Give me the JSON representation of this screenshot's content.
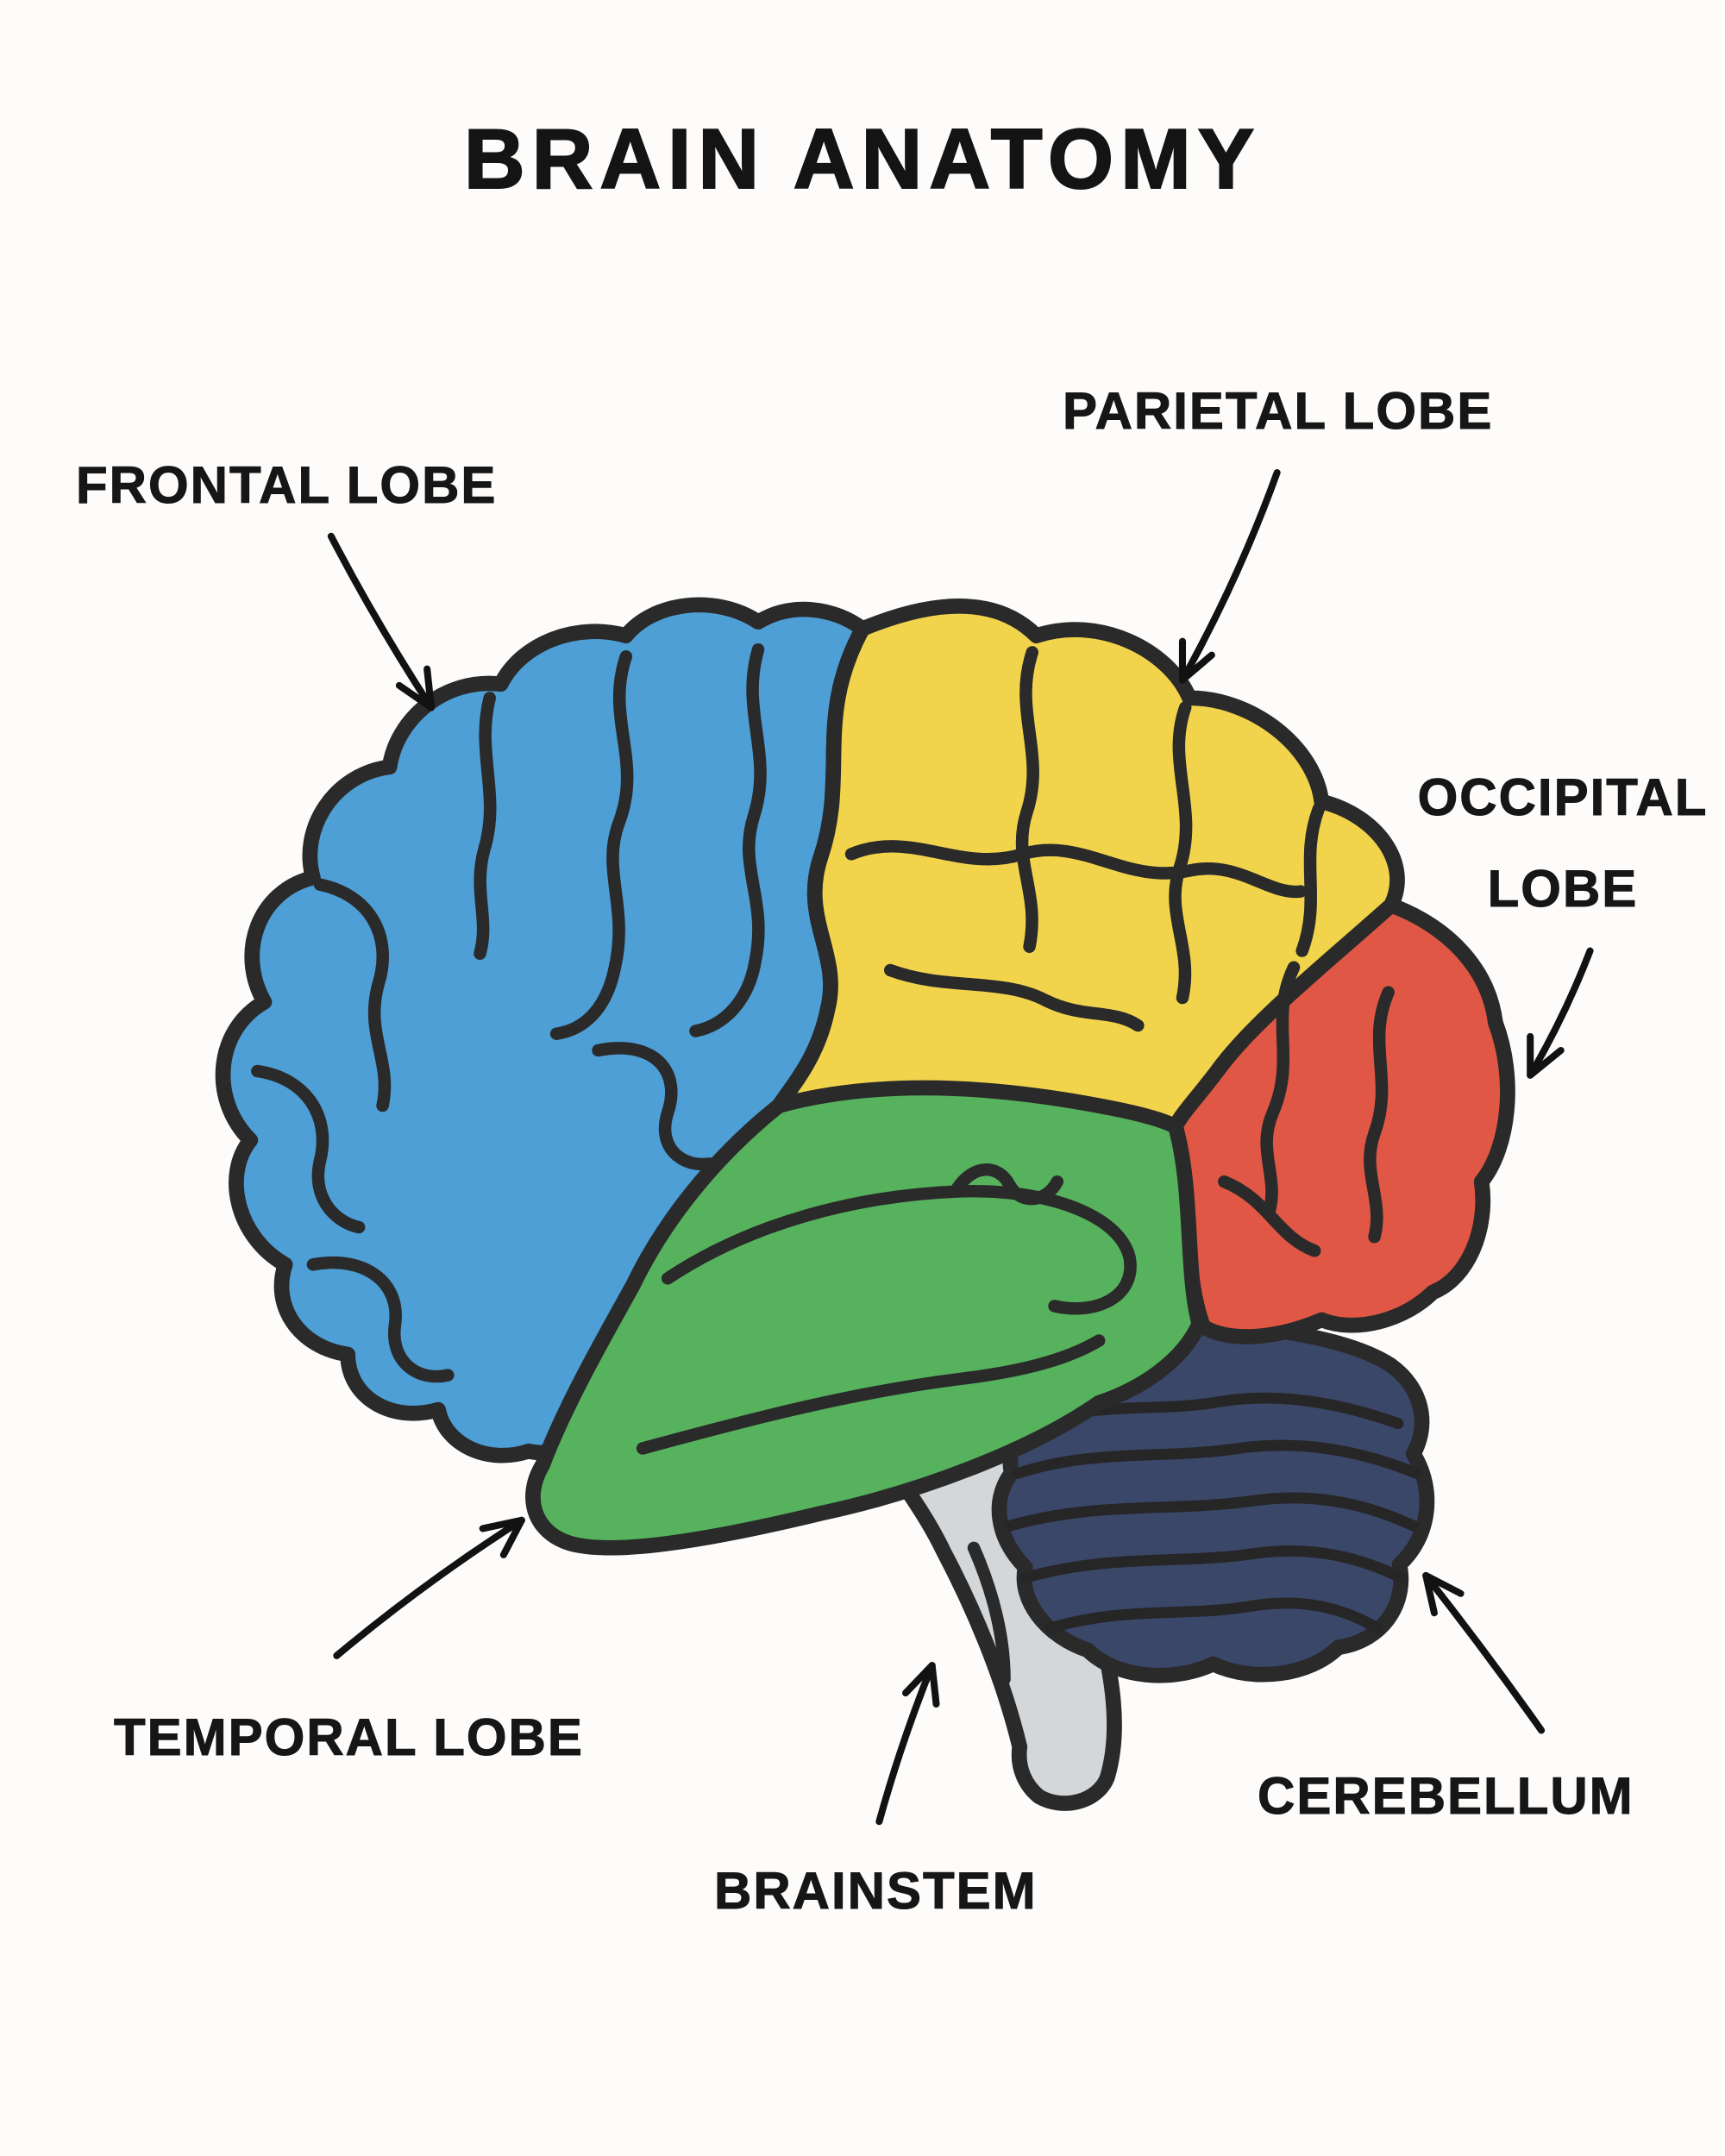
{
  "title": "BRAIN ANATOMY",
  "labels": {
    "frontal": "FRONTAL LOBE",
    "parietal": "PARIETAL LOBE",
    "occipital_line1": "OCCIPITAL",
    "occipital_line2": "LOBE",
    "temporal": "TEMPORAL LOBE",
    "brainstem": "BRAINSTEM",
    "cerebellum": "CEREBELLUM"
  },
  "colors": {
    "background": "#FDFCFA",
    "outline": "#2A2A2A",
    "text": "#161616",
    "frontal": "#4D9FD6",
    "parietal": "#F2D44C",
    "occipital": "#E05845",
    "temporal": "#57B25E",
    "cerebellum": "#3B4769",
    "brainstem": "#D4D7DA"
  }
}
